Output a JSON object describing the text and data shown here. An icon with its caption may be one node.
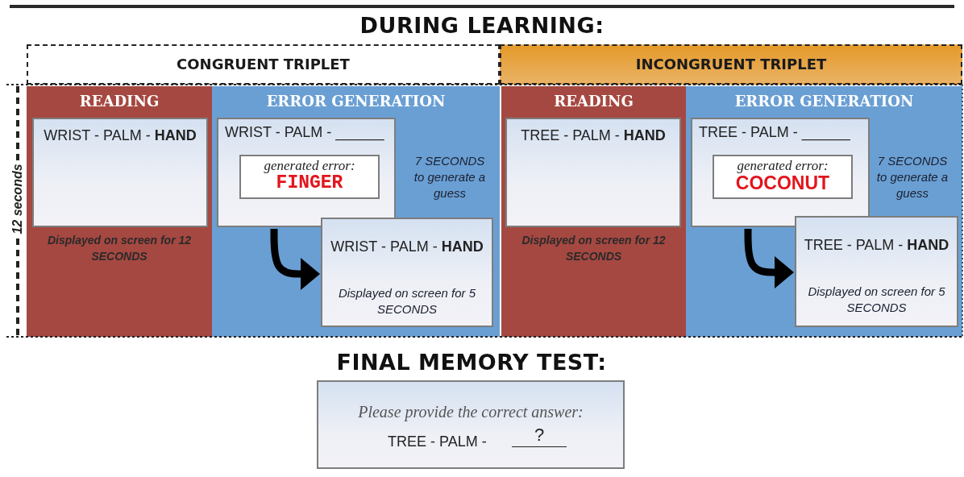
{
  "diagram": {
    "title": "DURING LEARNING:",
    "nodes": [
      {
        "text": [
          "CONGRUENT TRIPLET"
        ]
      },
      {
        "text": [
          "INCONGRUENT TRIPLET"
        ]
      },
      {
        "text": [
          "READING",
          "Displayed on screen for 12 SECONDS"
        ]
      },
      {
        "text": [
          "WRIST - PALM - **HAND**"
        ],
        "in": 2
      },
      {
        "text": [
          "ERROR GENERATION",
          "7 SECONDS to generate a guess"
        ]
      },
      {
        "text": [
          "WRIST - PALM - ______"
        ],
        "in": 4
      },
      {
        "text": [
          "generated error:",
          "FINGER"
        ],
        "in": 5
      },
      {
        "text": [
          "WRIST - PALM - **HAND**",
          "Displayed on screen for 5 SECONDS"
        ],
        "in": 4
      },
      {
        "text": [
          "READING",
          "Displayed on screen for 12 SECONDS"
        ]
      },
      {
        "text": [
          "TREE - PALM - **HAND**"
        ],
        "in": 8
      },
      {
        "text": [
          "ERROR GENERATION",
          "7 SECONDS to generate a guess"
        ]
      },
      {
        "text": [
          "TREE - PALM - ______"
        ],
        "in": 10
      },
      {
        "text": [
          "generated error:",
          "COCONUT"
        ],
        "in": 11
      },
      {
        "text": [
          "TREE - PALM - **HAND**",
          "Displayed on screen for 5 SECONDS"
        ],
        "in": 10
      },
      {
        "text": [
          "Please provide the correct answer:",
          "TREE - PALM -",
          "?"
        ]
      }
    ],
    "edges": [
      {
        "from": 5,
        "to": 7,
        "arrow": "to"
      },
      {
        "from": 11,
        "to": 13,
        "arrow": "to"
      }
    ],
    "labels": [
      "12 seconds",
      "FINAL MEMORY TEST:"
    ]
  }
}
